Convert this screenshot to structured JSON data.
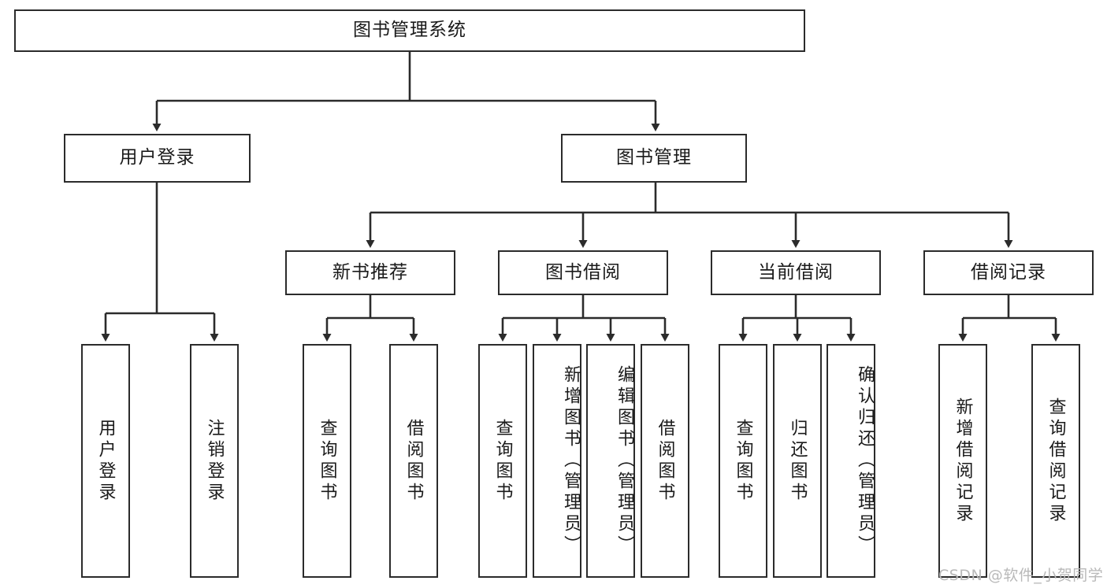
{
  "diagram": {
    "title": "图书管理系统",
    "type": "tree-hierarchy-diagram",
    "colors": {
      "box_border": "#2b2b2b",
      "box_fill": "#ffffff",
      "connector": "#2b2b2b",
      "background": "#ffffff",
      "watermark": "#b9b9b9"
    },
    "root": {
      "label": "图书管理系统"
    },
    "level2": [
      {
        "label": "用户登录"
      },
      {
        "label": "图书管理"
      }
    ],
    "level3": [
      {
        "label": "新书推荐"
      },
      {
        "label": "图书借阅"
      },
      {
        "label": "当前借阅"
      },
      {
        "label": "借阅记录"
      }
    ],
    "leaves": {
      "user_login": [
        {
          "label": "用户登录"
        },
        {
          "label": "注销登录"
        }
      ],
      "new_book_recommend": [
        {
          "label": "查询图书"
        },
        {
          "label": "借阅图书"
        }
      ],
      "book_borrow": [
        {
          "label": "查询图书"
        },
        {
          "label": "新增图书（管理员）"
        },
        {
          "label": "编辑图书（管理员）"
        },
        {
          "label": "借阅图书"
        }
      ],
      "current_borrow": [
        {
          "label": "查询图书"
        },
        {
          "label": "归还图书"
        },
        {
          "label": "确认归还（管理员）"
        }
      ],
      "borrow_record": [
        {
          "label": "新增借阅记录"
        },
        {
          "label": "查询借阅记录"
        }
      ]
    },
    "watermark": "CSDN @软件_小贺同学"
  }
}
